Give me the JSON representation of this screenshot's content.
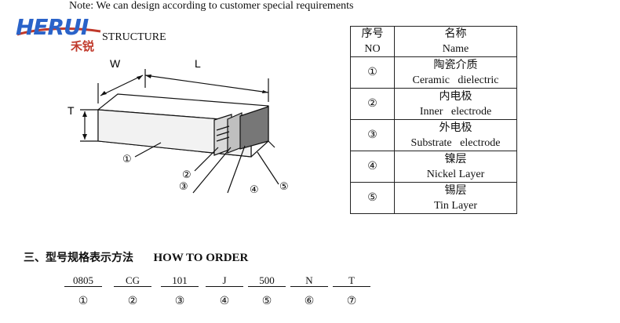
{
  "note": "Note:   We can design according to customer special requirements",
  "logo": {
    "text": "HERUI",
    "cn": "禾锐"
  },
  "structure_heading": "STRUCTURE",
  "diagram": {
    "width_label": "W",
    "length_label": "L",
    "thickness_label": "T",
    "callouts": [
      "①",
      "②",
      "③",
      "④",
      "⑤"
    ]
  },
  "table": {
    "header": {
      "cn_left": "序号",
      "en_left": "NO",
      "cn_right": "名称",
      "en_right": "Name"
    },
    "rows": [
      {
        "no": "①",
        "cn": "陶瓷介质",
        "en": "Ceramic   dielectric"
      },
      {
        "no": "②",
        "cn": "内电极",
        "en": "Inner   electrode"
      },
      {
        "no": "③",
        "cn": "外电极",
        "en": "Substrate   electrode"
      },
      {
        "no": "④",
        "cn": "镍层",
        "en": "Nickel Layer"
      },
      {
        "no": "⑤",
        "cn": "锡层",
        "en": "Tin Layer"
      }
    ]
  },
  "order": {
    "title_cn": "三、型号规格表示方法",
    "title_en": "HOW TO ORDER",
    "codes": [
      "0805",
      "CG",
      "101",
      "J",
      "500",
      "N",
      "T"
    ],
    "numbers": [
      "①",
      "②",
      "③",
      "④",
      "⑤",
      "⑥",
      "⑦"
    ]
  }
}
